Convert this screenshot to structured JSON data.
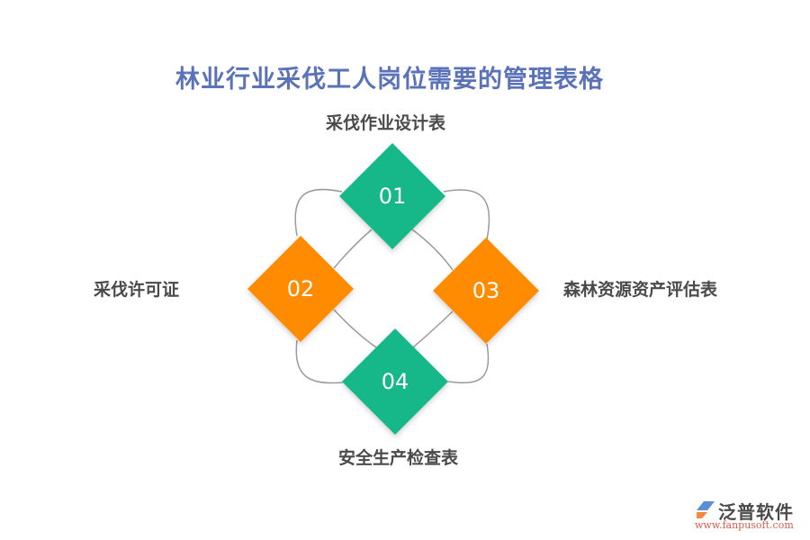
{
  "title": "林业行业采伐工人岗位需要的管理表格",
  "items": [
    {
      "number": "01",
      "label": "采伐作业设计表",
      "color": "#14b88a",
      "position": "top"
    },
    {
      "number": "02",
      "label": "采伐许可证",
      "color": "#ff8c00",
      "position": "left"
    },
    {
      "number": "03",
      "label": "森林资源资产评估表",
      "color": "#ff8c00",
      "position": "right"
    },
    {
      "number": "04",
      "label": "安全生产检查表",
      "color": "#14b88a",
      "position": "bottom"
    }
  ],
  "colors": {
    "title": "#5a72b8",
    "connector": "#9a9a9a",
    "green": "#14b88a",
    "orange": "#ff8c00"
  },
  "logo": {
    "name": "泛普软件",
    "url": "www.fanpusoft.com",
    "icon": "fanpu-logo-icon"
  }
}
